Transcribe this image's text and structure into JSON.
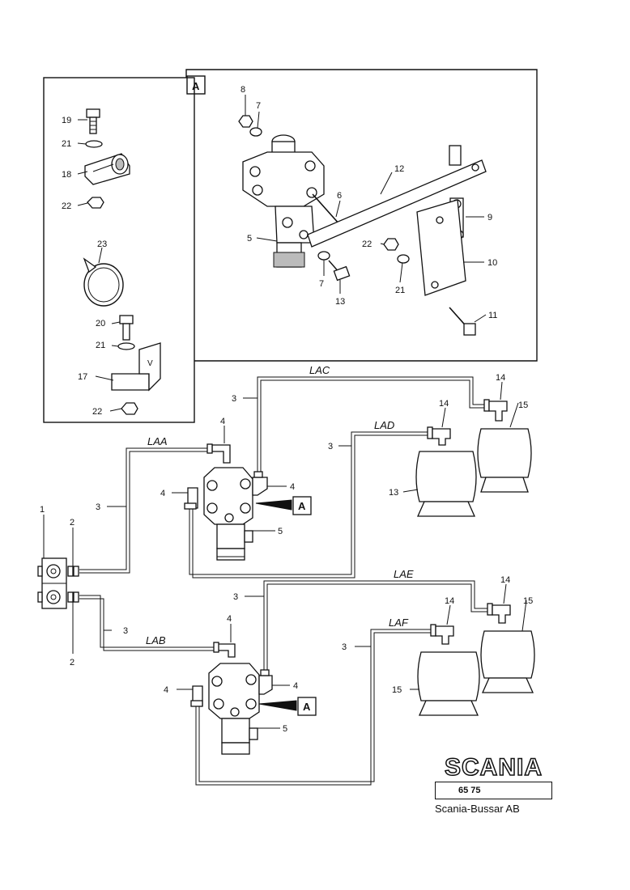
{
  "detail_ref": "A",
  "callouts": {
    "n1": "1",
    "n2": "2",
    "n3": "3",
    "n4": "4",
    "n5": "5",
    "n6": "6",
    "n7": "7",
    "n8": "8",
    "n9": "9",
    "n10": "10",
    "n11": "11",
    "n12": "12",
    "n13": "13",
    "n14": "14",
    "n15": "15",
    "n17": "17",
    "n18": "18",
    "n20": "20",
    "n21": "21",
    "n22": "22",
    "n23": "23"
  },
  "pipes": {
    "LAA": "LAA",
    "LAB": "LAB",
    "LAC": "LAC",
    "LAD": "LAD",
    "LAE": "LAE",
    "LAF": "LAF"
  },
  "brand": {
    "logo": "SCANIA",
    "doc_number": "65 75",
    "company": "Scania-Bussar AB"
  }
}
